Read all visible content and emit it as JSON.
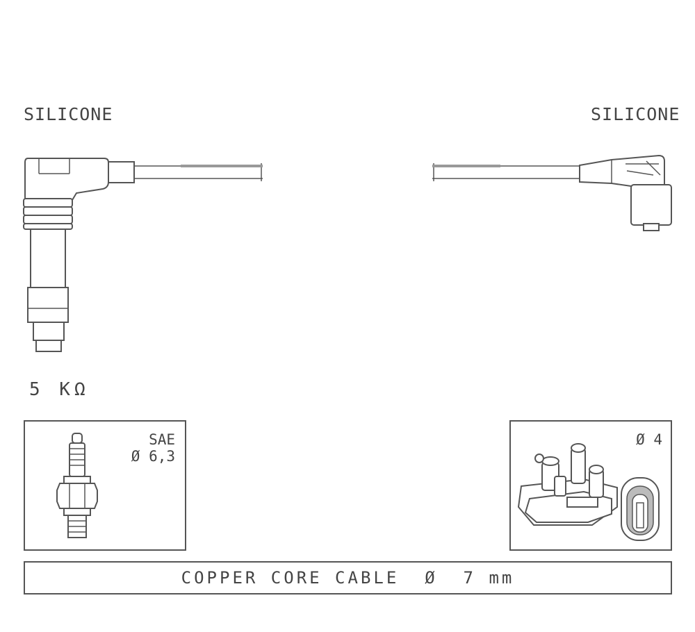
{
  "labels": {
    "left_material": "SILICONE",
    "right_material": "SILICONE",
    "resistance": "5 KΩ"
  },
  "plug_box": {
    "standard": "SAE",
    "diameter": "Ø 6,3"
  },
  "coil_box": {
    "diameter": "Ø 4"
  },
  "cable_box": {
    "text": "COPPER CORE CABLE  Ø  7 mm"
  }
}
